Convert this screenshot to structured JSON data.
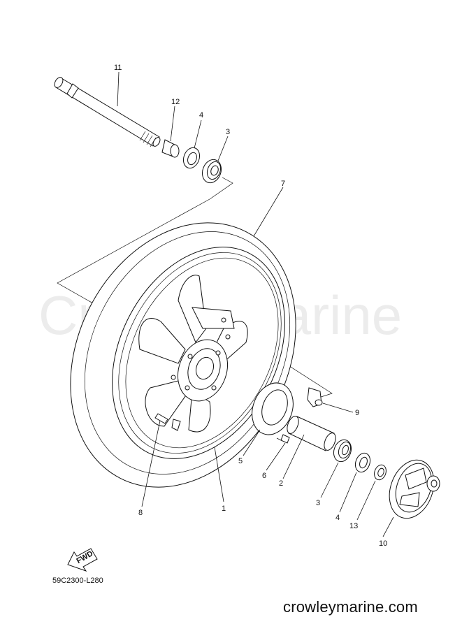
{
  "watermark": "CrowleyMarine",
  "site_text": "crowleymarine.com",
  "diagram_code": "59C2300-L280",
  "fwd_label": "FWD",
  "callouts": [
    {
      "id": "c11",
      "label": "11"
    },
    {
      "id": "c12",
      "label": "12"
    },
    {
      "id": "c4a",
      "label": "4"
    },
    {
      "id": "c3a",
      "label": "3"
    },
    {
      "id": "c7",
      "label": "7"
    },
    {
      "id": "c9",
      "label": "9"
    },
    {
      "id": "c5",
      "label": "5"
    },
    {
      "id": "c6",
      "label": "6"
    },
    {
      "id": "c2",
      "label": "2"
    },
    {
      "id": "c3b",
      "label": "3"
    },
    {
      "id": "c4b",
      "label": "4"
    },
    {
      "id": "c13",
      "label": "13"
    },
    {
      "id": "c10",
      "label": "10"
    },
    {
      "id": "c8",
      "label": "8"
    },
    {
      "id": "c1",
      "label": "1"
    }
  ]
}
